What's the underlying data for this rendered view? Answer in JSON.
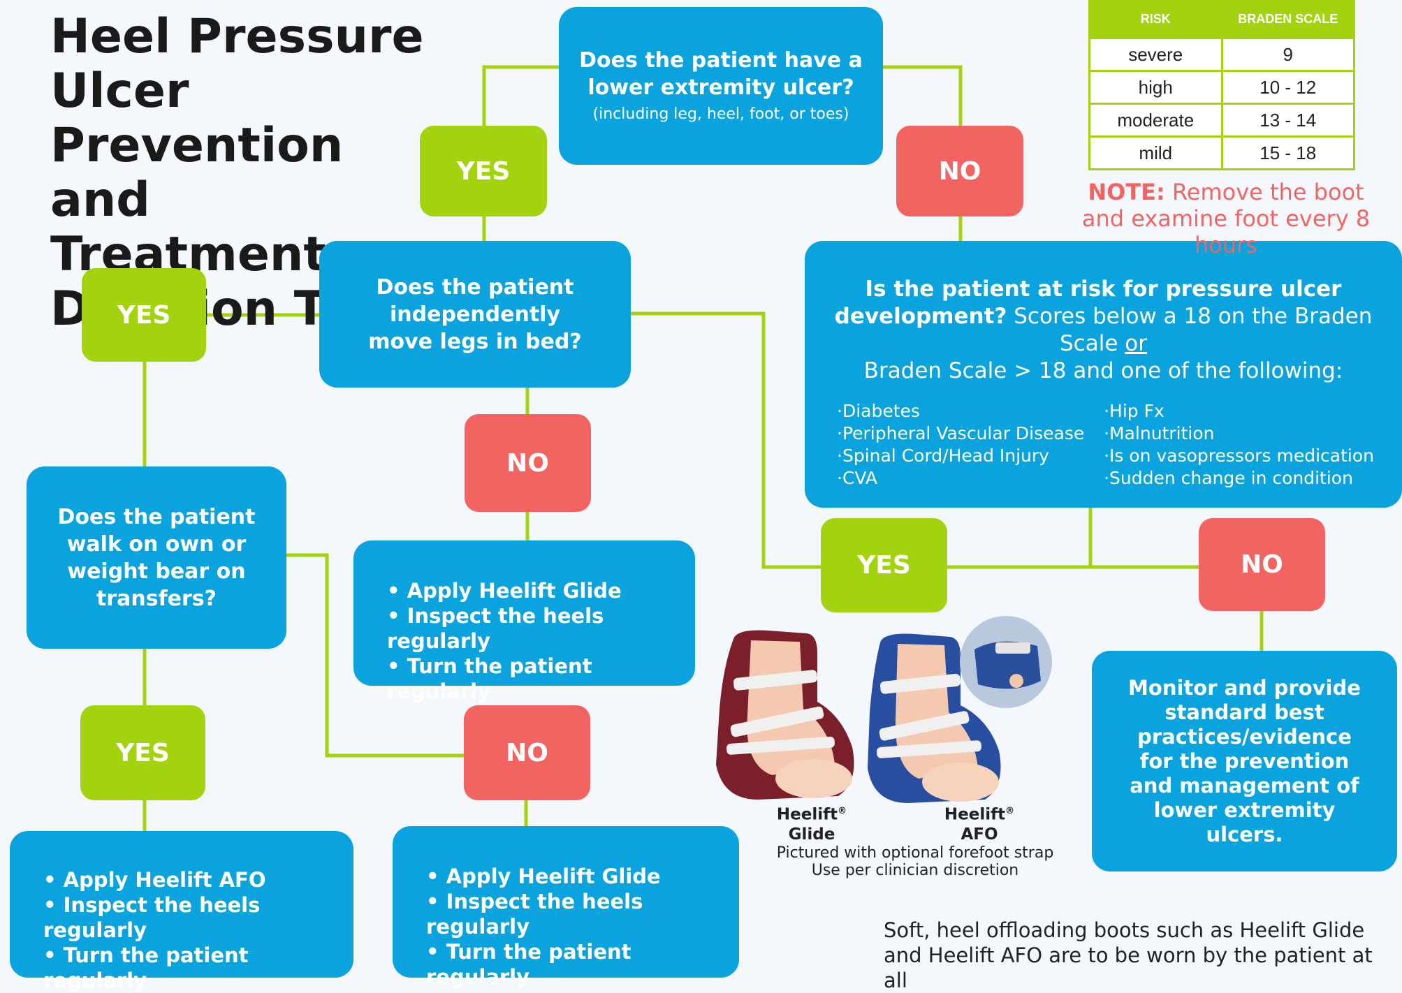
{
  "title": {
    "line1": "Heel Pressure",
    "line2": "Ulcer Prevention",
    "line3": "and Treatment",
    "line4": "Decision Tree"
  },
  "q_ulcer": {
    "text": "Does the patient have a lower extremity ulcer?",
    "sub": "(including leg, heel, foot, or toes)"
  },
  "q_move": {
    "text": "Does the patient independently move legs in bed?"
  },
  "q_walk": {
    "text": "Does the patient walk on own or weight bear on transfers?"
  },
  "q_risk": {
    "bold": "Is the patient at risk for pressure ulcer development?",
    "rest1": "Scores below a 18 on the Braden Scale",
    "or": "or",
    "rest2": "Braden Scale > 18 and one of the following:",
    "factors_left": [
      "Diabetes",
      "Peripheral Vascular Disease",
      "Spinal Cord/Head Injury",
      "CVA"
    ],
    "factors_right": [
      "Hip Fx",
      "Malnutrition",
      "Is on vasopressors medication",
      "Sudden change in condition"
    ]
  },
  "labels": {
    "yes": "YES",
    "no": "NO"
  },
  "action_glide": [
    "Apply Heelift Glide",
    "Inspect the heels regularly",
    "Turn the patient regularly"
  ],
  "action_afo": [
    "Apply Heelift AFO",
    "Inspect the heels regularly",
    "Turn the patient regularly"
  ],
  "monitor": "Monitor and provide standard best practices/evidence for the prevention and management of lower extremity ulcers.",
  "braden": {
    "head_risk": "RISK",
    "head_scale": "BRADEN SCALE",
    "rows": [
      {
        "risk": "severe",
        "score": "9"
      },
      {
        "risk": "high",
        "score": "10 - 12"
      },
      {
        "risk": "moderate",
        "score": "13 - 14"
      },
      {
        "risk": "mild",
        "score": "15 - 18"
      }
    ]
  },
  "note": {
    "label": "NOTE:",
    "text": "Remove the boot and examine foot every 8 hours"
  },
  "products": {
    "glide": {
      "brand": "Heelift",
      "reg": "®",
      "model": "Glide"
    },
    "afo": {
      "brand": "Heelift",
      "reg": "®",
      "model": "AFO"
    },
    "caption1": "Pictured with optional forefoot strap",
    "caption2": "Use per clinician discretion"
  },
  "footer": "Soft, heel offloading boots such as Heelift Glide and Heelift AFO are to be worn by the patient at all",
  "colors": {
    "blue": "#0aa3dd",
    "green": "#a3d30f",
    "red": "#f16461",
    "line": "#a3d30f"
  }
}
